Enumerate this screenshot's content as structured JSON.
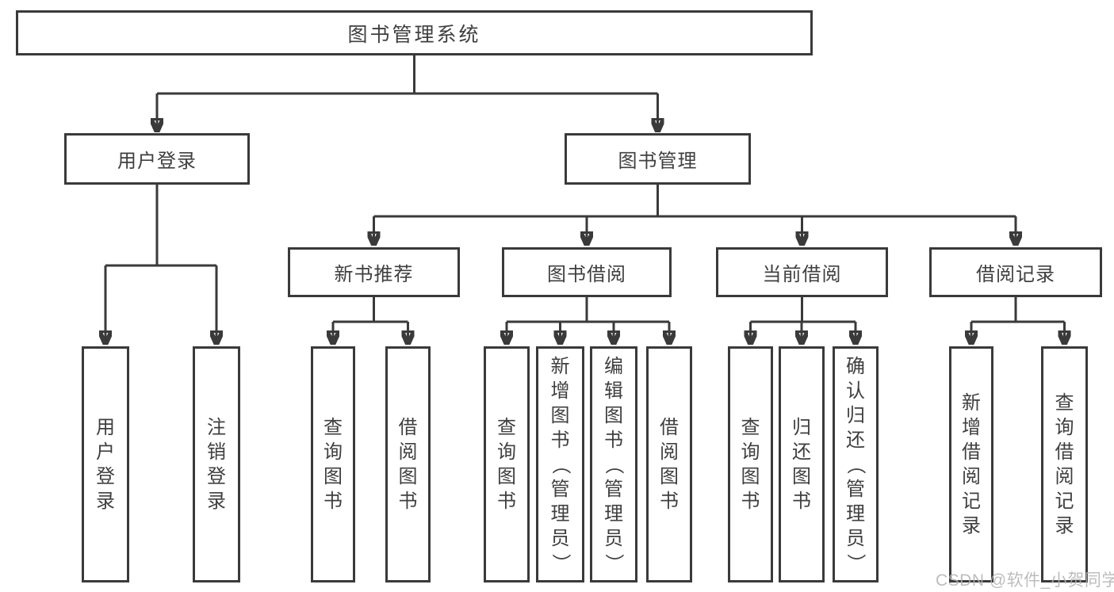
{
  "diagram_title": "图书管理系统",
  "watermark": {
    "text": "CSDN @软件_小贺同学"
  },
  "colors": {
    "line": "#3a3a3a",
    "text": "#3f3f3f",
    "background": "#ffffff",
    "watermark": "#b2b2b2"
  },
  "tree": {
    "label": "图书管理系统",
    "children": [
      {
        "label": "用户登录",
        "children": [
          {
            "label": "用户登录"
          },
          {
            "label": "注销登录"
          }
        ]
      },
      {
        "label": "图书管理",
        "children": [
          {
            "label": "新书推荐",
            "children": [
              {
                "label": "查询图书"
              },
              {
                "label": "借阅图书"
              }
            ]
          },
          {
            "label": "图书借阅",
            "children": [
              {
                "label": "查询图书"
              },
              {
                "label": "新增图书（管理员）"
              },
              {
                "label": "编辑图书（管理员）"
              },
              {
                "label": "借阅图书"
              }
            ]
          },
          {
            "label": "当前借阅",
            "children": [
              {
                "label": "查询图书"
              },
              {
                "label": "归还图书"
              },
              {
                "label": "确认归还（管理员）"
              }
            ]
          },
          {
            "label": "借阅记录",
            "children": [
              {
                "label": "新增借阅记录"
              },
              {
                "label": "查询借阅记录"
              }
            ]
          }
        ]
      }
    ]
  }
}
